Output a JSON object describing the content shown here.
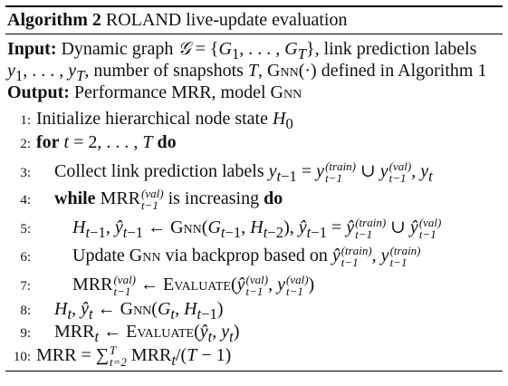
{
  "algorithm": {
    "label": "Algorithm 2",
    "title": "ROLAND live-update evaluation"
  },
  "input": {
    "keyword": "Input:",
    "line1": "Dynamic graph 𝒢 = {G1, . . . , GT}, link prediction labels",
    "line2": "y1, . . . , yT, number of snapshots T, GNN(·) defined in Algorithm 1"
  },
  "output": {
    "keyword": "Output:",
    "text": "Performance MRR, model GNN"
  },
  "steps": [
    {
      "num": "1:",
      "text": "Initialize hierarchical node state H0"
    },
    {
      "num": "2:",
      "kw_for": "for",
      "text": "t = 2, . . . , T",
      "kw_do": "do"
    },
    {
      "num": "3:",
      "text": "Collect link prediction labels yt−1 = y(train)t−1 ∪ y(val)t−1, yt"
    },
    {
      "num": "4:",
      "kw_while": "while",
      "text": "MRR(val)t−1 is increasing",
      "kw_do": "do"
    },
    {
      "num": "5:",
      "text": "Ht−1, ŷt−1 ← GNN(Gt−1, Ht−2), ŷt−1 = ŷ(train)t−1 ∪ ŷ(val)t−1"
    },
    {
      "num": "6:",
      "text": "Update GNN via backprop based on ŷ(train)t−1, y(train)t−1"
    },
    {
      "num": "7:",
      "text": "MRR(val)t−1 ← EVALUATE(ŷ(val)t−1, y(val)t−1)"
    },
    {
      "num": "8:",
      "text": "Ht, ŷt ← GNN(Gt, Ht−1)"
    },
    {
      "num": "9:",
      "text": "MRRt ← EVALUATE(ŷt, yt)"
    },
    {
      "num": "10:",
      "text": "MRR = ∑Tt=2 MRRt/(T − 1)"
    }
  ]
}
